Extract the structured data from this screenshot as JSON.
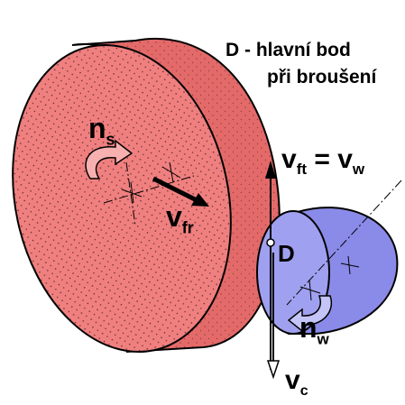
{
  "title": {
    "line1": "D - hlavní bod",
    "line2": "při broušení"
  },
  "labels": {
    "ns_main": "n",
    "ns_sub": "s",
    "vfr_main": "v",
    "vfr_sub": "fr",
    "vft_main": "v",
    "vft_sub": "ft",
    "equals": "=",
    "vw_main": "v",
    "vw_sub": "w",
    "point_d": "D",
    "nw_main": "n",
    "nw_sub": "w",
    "vc_main": "v",
    "vc_sub": "c"
  },
  "colors": {
    "grinding_wheel": "#f08080",
    "grinding_wheel_dark": "#e46a6a",
    "workpiece": "#a0a0f0",
    "workpiece_dark": "#8a8ae8",
    "outline": "#000000"
  }
}
